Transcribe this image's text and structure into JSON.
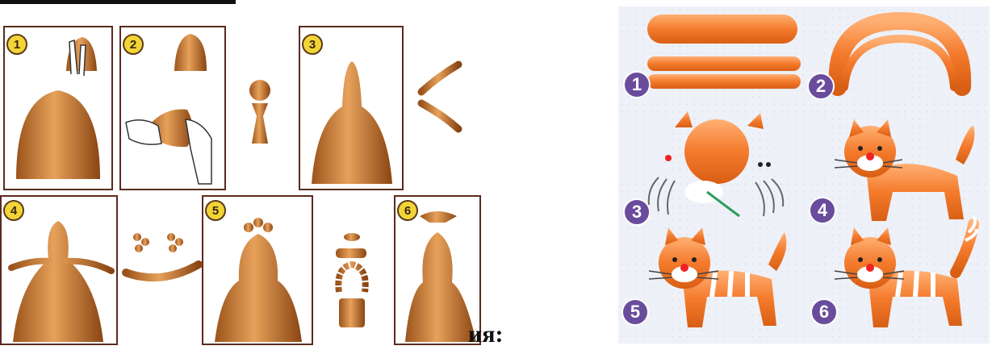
{
  "doll_steps": [
    {
      "label": "1"
    },
    {
      "label": "2"
    },
    {
      "label": "3"
    },
    {
      "label": "4"
    },
    {
      "label": "5"
    },
    {
      "label": "6"
    }
  ],
  "caption": "ия:",
  "cat_steps": [
    {
      "label": "1"
    },
    {
      "label": "2"
    },
    {
      "label": "3"
    },
    {
      "label": "4"
    },
    {
      "label": "5"
    },
    {
      "label": "6"
    }
  ],
  "colors": {
    "clay": "#c9782e",
    "clay_dark": "#8e4a17",
    "cat_orange": "#f47a2c",
    "badge_yellow": "#f2d437",
    "badge_purple": "#6a4c9c",
    "frame": "#5b2a1f"
  }
}
